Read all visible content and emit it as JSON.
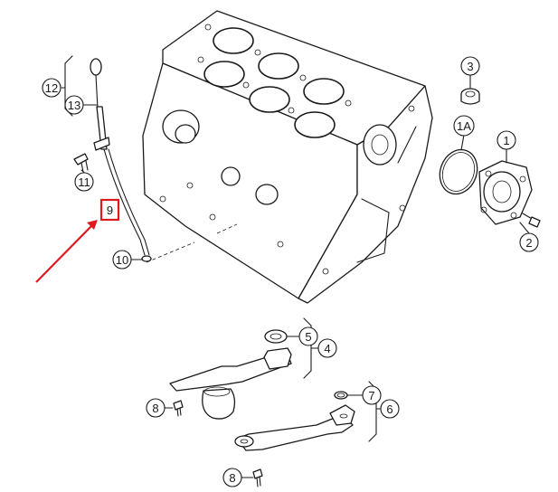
{
  "callouts": {
    "c1": "1",
    "c1a": "1A",
    "c2": "2",
    "c3": "3",
    "c4": "4",
    "c5": "5",
    "c6": "6",
    "c7": "7",
    "c8a": "8",
    "c8b": "8",
    "c9": "9",
    "c10": "10",
    "c11": "11",
    "c12": "12",
    "c13": "13"
  },
  "colors": {
    "line": "#1a1a1a",
    "highlight": "#e0191e",
    "background": "#ffffff"
  }
}
